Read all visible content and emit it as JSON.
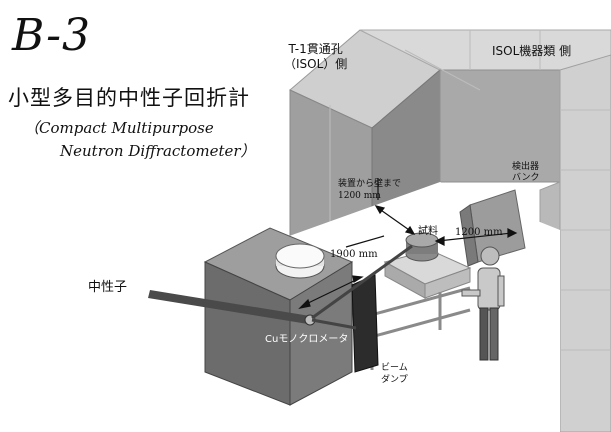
{
  "figure": {
    "code": "B-3",
    "title_ja": "小型多目的中性子回折計",
    "title_en_line1": "（Compact Multipurpose",
    "title_en_line2": "Neutron Diffractometer）"
  },
  "labels": {
    "t1_line1": "T-1貫通孔",
    "t1_line2": "（ISOL）側",
    "isol_side": "ISOL機器類 側",
    "device_to_wall_line1": "装置から壁まで",
    "device_to_wall_line2": "1200 mm",
    "sample": "試料",
    "distance_1900": "1900 mm",
    "distance_1200": "1200 mm",
    "detector_line1": "検出器",
    "detector_line2": "バンク",
    "neutron": "中性子",
    "monochromator": "Cuモノクロメータ",
    "beam_dump_line1": "ビーム",
    "beam_dump_line2": "ダンプ"
  },
  "colors": {
    "wall_light": "#d6d6d6",
    "wall_mid": "#b4b4b4",
    "wall_dark": "#8e8e8e",
    "shield": "#6d6d6d",
    "beam": "#444444"
  }
}
